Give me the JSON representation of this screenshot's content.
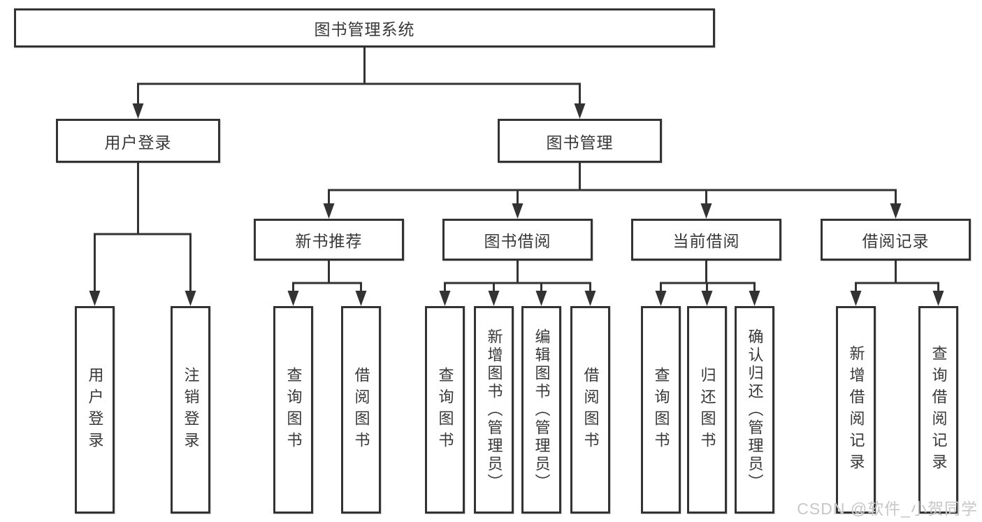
{
  "colors": {
    "line": "#333333",
    "text": "#383838",
    "background": "#ffffff",
    "watermark": "#c7c7c7"
  },
  "diagram": {
    "root": {
      "label": "图书管理系统"
    },
    "branches": {
      "user_login": {
        "label": "用户登录",
        "children": {
          "login": {
            "label": "用户登录"
          },
          "logout": {
            "label": "注销登录"
          }
        }
      },
      "book_mgmt": {
        "label": "图书管理",
        "children": {
          "new_book_rec": {
            "label": "新书推荐",
            "children": {
              "query": {
                "label": "查询图书"
              },
              "borrow": {
                "label": "借阅图书"
              }
            }
          },
          "book_borrow": {
            "label": "图书借阅",
            "children": {
              "query": {
                "label": "查询图书"
              },
              "add": {
                "label": "新增图书（管理员）"
              },
              "edit": {
                "label": "编辑图书（管理员）"
              },
              "borrow": {
                "label": "借阅图书"
              }
            }
          },
          "current_borrow": {
            "label": "当前借阅",
            "children": {
              "query": {
                "label": "查询图书"
              },
              "return": {
                "label": "归还图书"
              },
              "confirm": {
                "label": "确认归还（管理员）"
              }
            }
          },
          "borrow_records": {
            "label": "借阅记录",
            "children": {
              "add": {
                "label": "新增借阅记录"
              },
              "query": {
                "label": "查询借阅记录"
              }
            }
          }
        }
      }
    }
  },
  "watermark": {
    "text": "CSDN @软件_小贺同学"
  }
}
